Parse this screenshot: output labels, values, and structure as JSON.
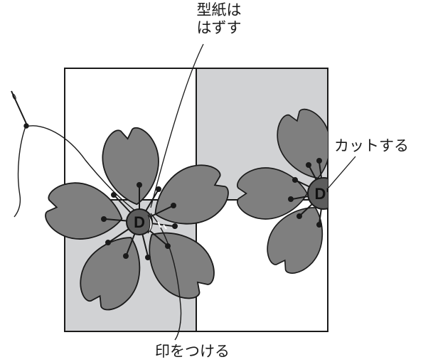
{
  "labels": {
    "remove_pattern_line1": "型紙は",
    "remove_pattern_line2": "はずす",
    "cut": "カットする",
    "mark": "印をつける"
  },
  "center_letters": {
    "left": "D",
    "right": "D'"
  },
  "colors": {
    "petal": "#7f7f7f",
    "center": "#5c5c5c",
    "fabric_shaded": "#d1d2d4",
    "fabric_white": "#ffffff",
    "outline": "#1a1a1a"
  }
}
